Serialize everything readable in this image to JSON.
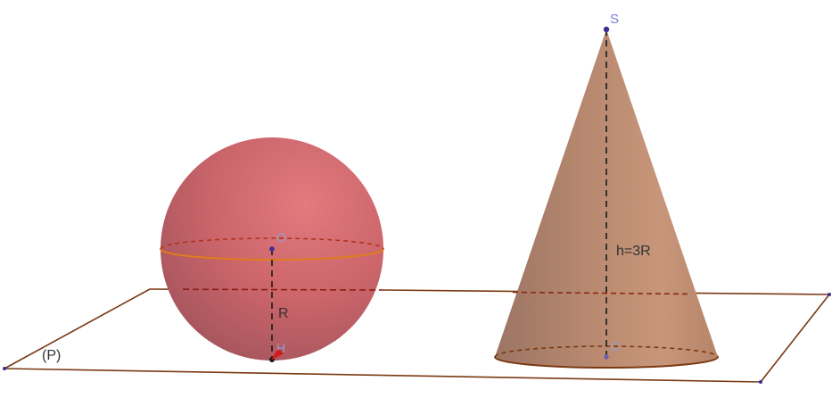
{
  "labels": {
    "plane": "(P)",
    "sphere_center": "O",
    "tangent_point": "H",
    "radius": "R",
    "apex": "S",
    "base_center": "C",
    "height": "h=3R"
  },
  "colors": {
    "plane_edge": "#7a3a12",
    "sphere_fill": "#d46a6e",
    "sphere_equator": "#e07d1a",
    "cone_fill": "#c08a6c",
    "cone_base_edge": "#7a3a12",
    "dashed_axis": "#1a1a1a",
    "point": "#3b2f8f",
    "right_angle_mark": "#d11b1b"
  }
}
